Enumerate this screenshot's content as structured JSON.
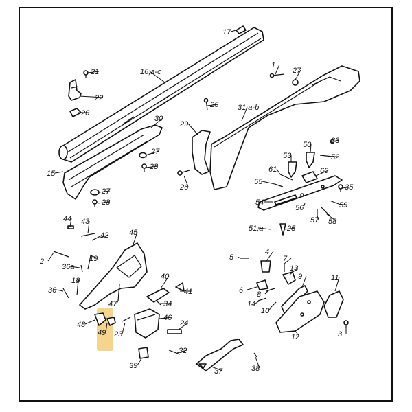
{
  "diagram": {
    "highlight": {
      "label_ref": "49",
      "color": "#f3cc7a"
    },
    "callouts": [
      {
        "id": "17",
        "text": "17"
      },
      {
        "id": "21",
        "text": "21"
      },
      {
        "id": "16",
        "text": "16;a-c"
      },
      {
        "id": "1",
        "text": "1"
      },
      {
        "id": "27a",
        "text": "27"
      },
      {
        "id": "22",
        "text": "22"
      },
      {
        "id": "26a",
        "text": "26"
      },
      {
        "id": "20",
        "text": "20"
      },
      {
        "id": "31",
        "text": "31;a-b"
      },
      {
        "id": "30",
        "text": "30"
      },
      {
        "id": "29",
        "text": "29"
      },
      {
        "id": "27b",
        "text": "27"
      },
      {
        "id": "28a",
        "text": "28"
      },
      {
        "id": "15",
        "text": "15"
      },
      {
        "id": "26b",
        "text": "26"
      },
      {
        "id": "27c",
        "text": "27"
      },
      {
        "id": "28b",
        "text": "28"
      },
      {
        "id": "50",
        "text": "50"
      },
      {
        "id": "33",
        "text": "33"
      },
      {
        "id": "53",
        "text": "53"
      },
      {
        "id": "52",
        "text": "52"
      },
      {
        "id": "61",
        "text": "61"
      },
      {
        "id": "60",
        "text": "60"
      },
      {
        "id": "55",
        "text": "55"
      },
      {
        "id": "35",
        "text": "35"
      },
      {
        "id": "54",
        "text": "54"
      },
      {
        "id": "56",
        "text": "56"
      },
      {
        "id": "59",
        "text": "59"
      },
      {
        "id": "57",
        "text": "57"
      },
      {
        "id": "58",
        "text": "58"
      },
      {
        "id": "51",
        "text": "51;a"
      },
      {
        "id": "25",
        "text": "25"
      },
      {
        "id": "44",
        "text": "44"
      },
      {
        "id": "43",
        "text": "43"
      },
      {
        "id": "42",
        "text": "42"
      },
      {
        "id": "45",
        "text": "45"
      },
      {
        "id": "2",
        "text": "2"
      },
      {
        "id": "36a",
        "text": "36a"
      },
      {
        "id": "19",
        "text": "19"
      },
      {
        "id": "18",
        "text": "18"
      },
      {
        "id": "36",
        "text": "36"
      },
      {
        "id": "40",
        "text": "40"
      },
      {
        "id": "41",
        "text": "41"
      },
      {
        "id": "34",
        "text": "34"
      },
      {
        "id": "47",
        "text": "47"
      },
      {
        "id": "46",
        "text": "46"
      },
      {
        "id": "48",
        "text": "48"
      },
      {
        "id": "49",
        "text": "49"
      },
      {
        "id": "23",
        "text": "23"
      },
      {
        "id": "24",
        "text": "24"
      },
      {
        "id": "39",
        "text": "39"
      },
      {
        "id": "32",
        "text": "32"
      },
      {
        "id": "37",
        "text": "37"
      },
      {
        "id": "38",
        "text": "38"
      },
      {
        "id": "5",
        "text": "5"
      },
      {
        "id": "4",
        "text": "4"
      },
      {
        "id": "13",
        "text": "13"
      },
      {
        "id": "7",
        "text": "7"
      },
      {
        "id": "6",
        "text": "6"
      },
      {
        "id": "8",
        "text": "8"
      },
      {
        "id": "9",
        "text": "9"
      },
      {
        "id": "11",
        "text": "11"
      },
      {
        "id": "14",
        "text": "14"
      },
      {
        "id": "10",
        "text": "10"
      },
      {
        "id": "12",
        "text": "12"
      },
      {
        "id": "3",
        "text": "3"
      }
    ]
  }
}
